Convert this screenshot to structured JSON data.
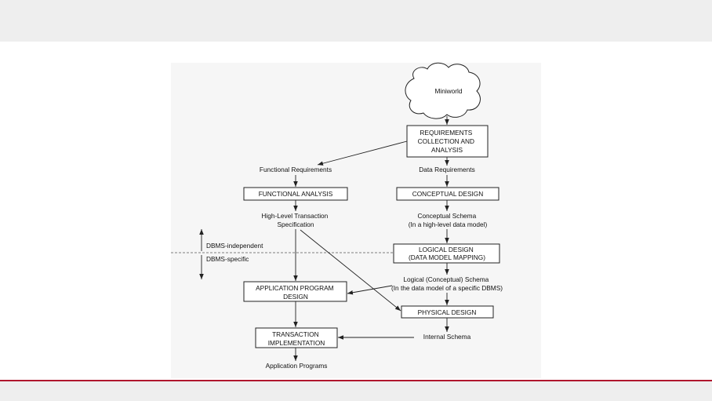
{
  "nodes": {
    "miniworld": "Miniworld",
    "requirements_collection": [
      "REQUIREMENTS",
      "COLLECTION AND",
      "ANALYSIS"
    ],
    "functional_requirements": "Functional Requirements",
    "data_requirements": "Data Requirements",
    "functional_analysis": "FUNCTIONAL ANALYSIS",
    "conceptual_design": "CONCEPTUAL DESIGN",
    "high_level_transaction_spec": [
      "High-Level Transaction",
      "Specification"
    ],
    "conceptual_schema": [
      "Conceptual Schema",
      "(In a high-level data model)"
    ],
    "dbms_independent": "DBMS-independent",
    "dbms_specific": "DBMS-specific",
    "logical_design": [
      "LOGICAL DESIGN",
      "(DATA MODEL MAPPING)"
    ],
    "logical_schema": [
      "Logical (Conceptual) Schema",
      "(In the data model of a specific DBMS)"
    ],
    "application_program_design": [
      "APPLICATION PROGRAM",
      "DESIGN"
    ],
    "physical_design": "PHYSICAL DESIGN",
    "transaction_implementation": [
      "TRANSACTION",
      "IMPLEMENTATION"
    ],
    "internal_schema": "Internal Schema",
    "application_programs": "Application Programs"
  },
  "colors": {
    "top_bar": "#eeeeee",
    "bottom_bar": "#eeeeee",
    "accent_line": "#b0172e",
    "figure_background": "#f6f6f6",
    "stroke": "#222222"
  }
}
